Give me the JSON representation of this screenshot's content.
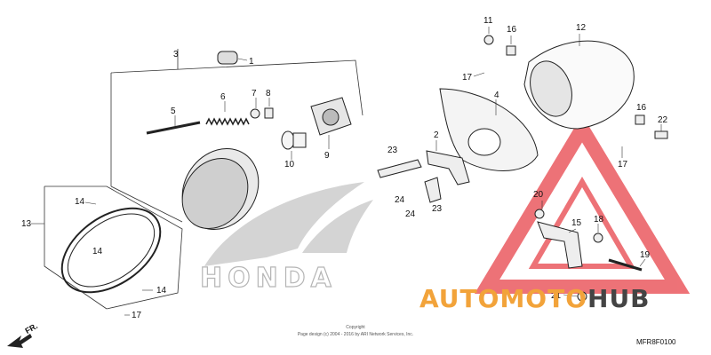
{
  "diagram": {
    "part_labels": [
      "1",
      "2",
      "3",
      "4",
      "5",
      "6",
      "7",
      "8",
      "9",
      "10",
      "11",
      "12",
      "13",
      "14",
      "14",
      "14",
      "15",
      "16",
      "16",
      "17",
      "17",
      "17",
      "18",
      "19",
      "20",
      "21",
      "22",
      "23",
      "23",
      "24",
      "24"
    ],
    "brand_text": "HONDA",
    "diagram_code": "MFR8F0100",
    "copyright_line1": "Copyright",
    "copyright_line2": "Page design (c) 2004 - 2016 by ARI Network Services, Inc.",
    "direction_label": "FR."
  },
  "watermark": {
    "part1": "AUTOMOTO",
    "part2": "HUB",
    "color_primary": "#f2a33a",
    "color_secondary": "#444444",
    "triangle_color": "#e8434a"
  }
}
